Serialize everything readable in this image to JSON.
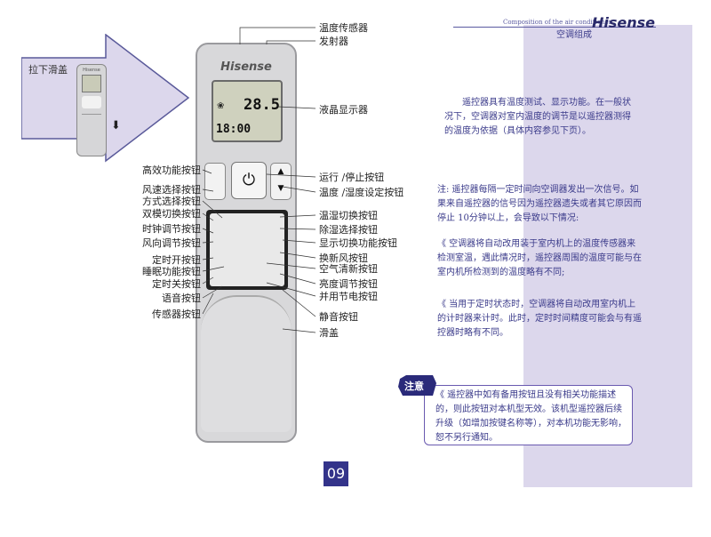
{
  "header": {
    "small_caption": "Composition of the air conditioner",
    "brand": "Hisense",
    "section_title": "空调组成"
  },
  "callout": {
    "label": "拉下滑盖"
  },
  "remote": {
    "brand": "Hisense",
    "lcd_temp": "28.5",
    "lcd_time": "18:00"
  },
  "labels_top": {
    "temp_sensor": "温度传感器",
    "emitter": "发射器",
    "lcd": "液晶显示器"
  },
  "labels_left": [
    "高效功能按钮",
    "风速选择按钮",
    "方式选择按钮",
    "双模切换按钮",
    "时钟调节按钮",
    "风向调节按钮",
    "定时开按钮",
    "睡眠功能按钮",
    "定时关按钮",
    "语音按钮",
    "传感器按钮"
  ],
  "labels_right": [
    "运行 /停止按钮",
    "温度 /湿度设定按钮",
    "温湿切换按钮",
    "除湿选择按钮",
    "显示切换功能按钮",
    "换新风按钮",
    "空气清新按钮",
    "亮度调节按钮",
    "并用节电按钮",
    "静音按钮",
    "滑盖"
  ],
  "text": {
    "intro": "遥控器具有温度测试、显示功能。在一般状况下，空调器对室内温度的调节是以遥控器测得的温度为依据（具体内容参见下页）。",
    "note_intro": "注: 遥控器每隔一定时间向空调器发出一次信号。如果来自遥控器的信号因为遥控器遗失或者其它原因而停止 10分钟以上，会导致以下情况:",
    "item1": "《   空调器将自动改用装于室内机上的温度传感器来检测室温，遇此情况时，遥控器周围的温度可能与在室内机所检测到的温度略有不同;",
    "item2": "《   当用于定时状态时，空调器将自动改用室内机上的计时器来计时。此时，定时时间精度可能会与有遥控器时略有不同。",
    "notice_badge": "注意",
    "notice": "《 遥控器中如有备用按钮且没有相关功能描述的，则此按钮对本机型无效。该机型遥控器后续升级（如增加按键名称等），对本机功能无影响，恕不另行通知。"
  },
  "page_number": "09",
  "colors": {
    "panel": "#dcd7ec",
    "text": "#3a3a8a",
    "page_box": "#33338a"
  }
}
